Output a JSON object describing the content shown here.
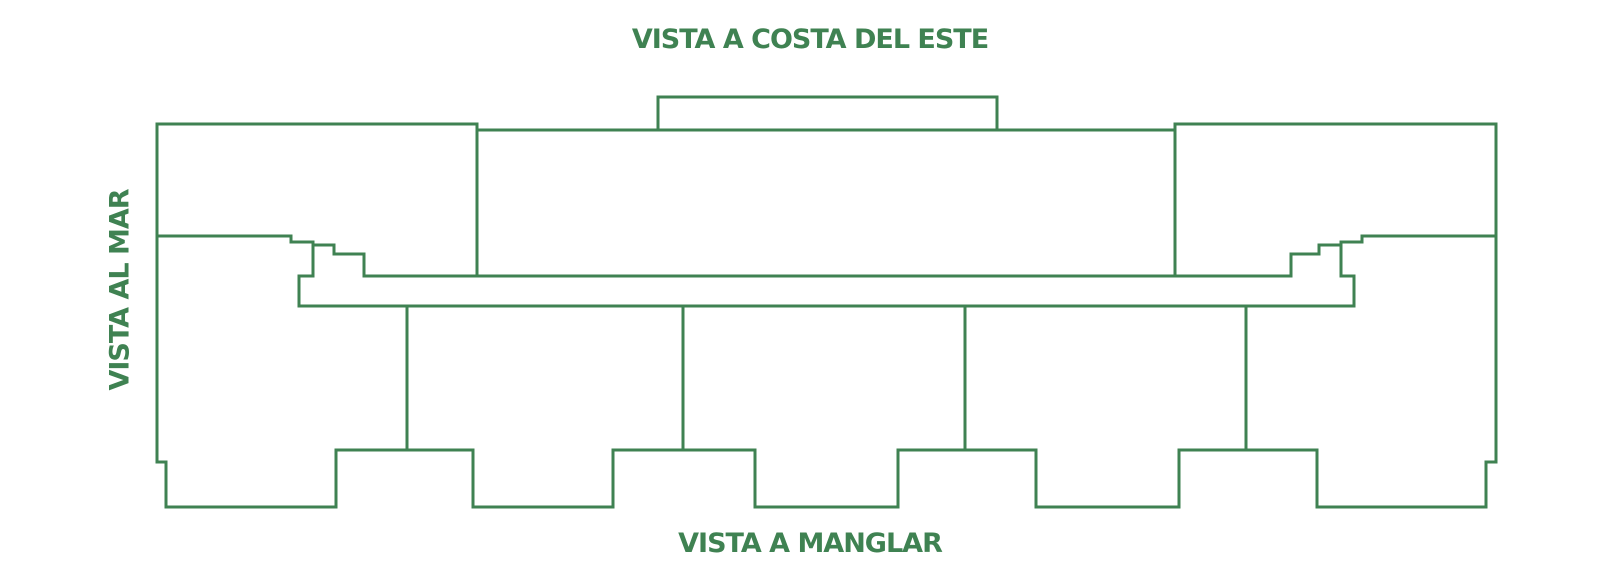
{
  "labels": {
    "top": "VISTA A COSTA DEL ESTE",
    "left": "VISTA AL MAR",
    "bottom": "VISTA A MANGLAR"
  },
  "colors": {
    "outline": "#3f8252",
    "text": "#3f8252",
    "background": "#ffffff"
  }
}
